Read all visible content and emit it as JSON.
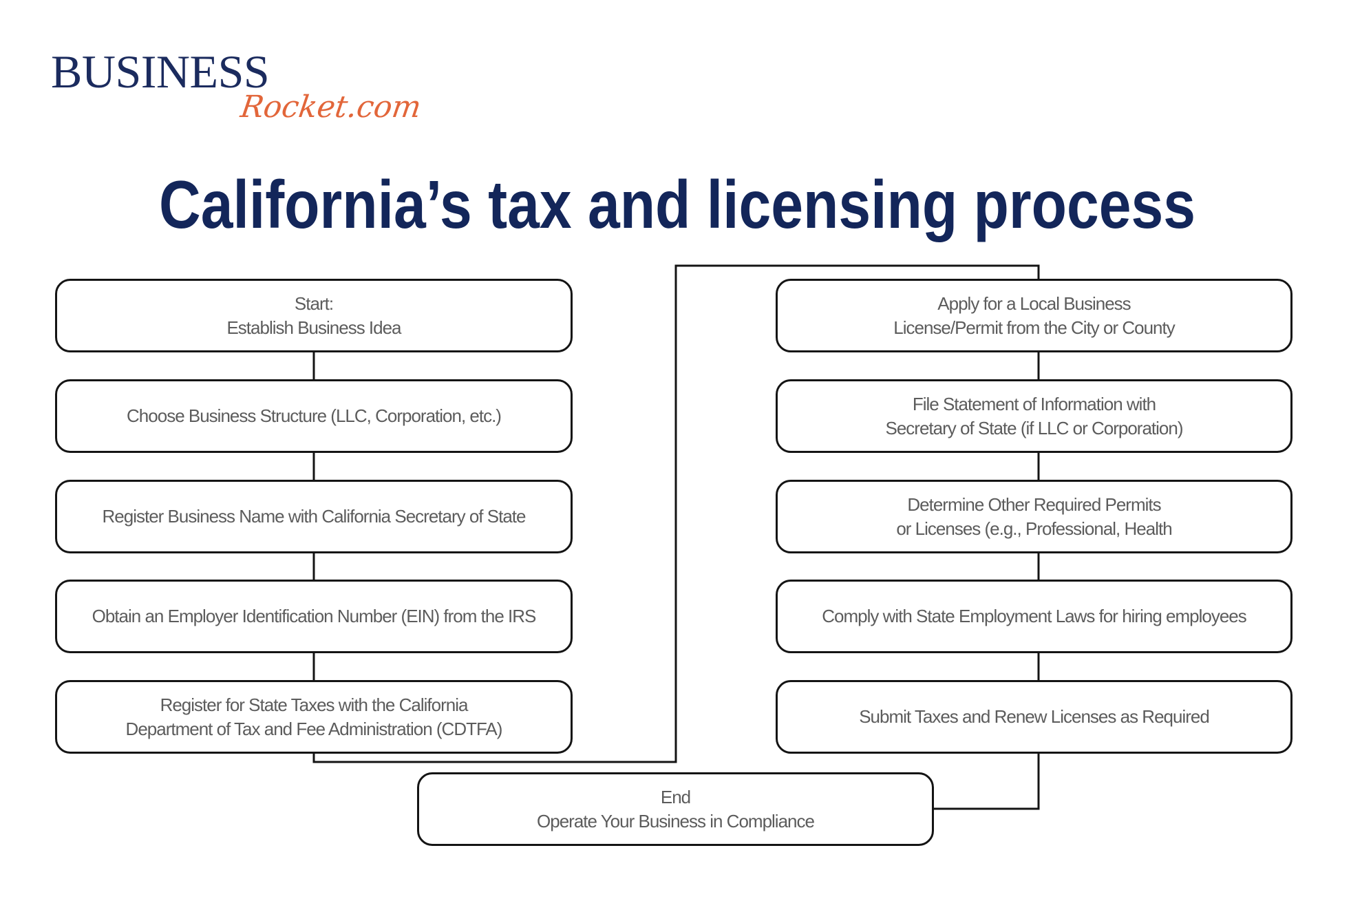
{
  "logo": {
    "line1": "BUSINESS",
    "line2": "Rocket.com",
    "colors": {
      "line1": "#1b2b5e",
      "line2": "#e2663a"
    }
  },
  "title": "California’s tax and licensing process",
  "colors": {
    "title": "#13265a",
    "box_border": "#141414",
    "box_text": "#5c5c5c",
    "connector": "#141414",
    "background": "#ffffff"
  },
  "flowchart": {
    "left_column": [
      {
        "lines": [
          "Start:",
          "Establish Business Idea"
        ]
      },
      {
        "lines": [
          "Choose Business Structure (LLC, Corporation, etc.)"
        ]
      },
      {
        "lines": [
          "Register Business Name with California Secretary of State"
        ]
      },
      {
        "lines": [
          "Obtain an Employer Identification Number (EIN) from the IRS"
        ]
      },
      {
        "lines": [
          "Register for State Taxes with the California",
          "Department of Tax and Fee Administration (CDTFA)"
        ]
      }
    ],
    "right_column": [
      {
        "lines": [
          "Apply for a Local Business",
          "License/Permit from the City or County"
        ]
      },
      {
        "lines": [
          "File Statement of Information with",
          "Secretary of State (if LLC or Corporation)"
        ]
      },
      {
        "lines": [
          "Determine Other Required Permits",
          "or Licenses (e.g., Professional, Health"
        ]
      },
      {
        "lines": [
          "Comply with State Employment Laws for hiring employees"
        ]
      },
      {
        "lines": [
          "Submit Taxes and Renew Licenses as Required"
        ]
      }
    ],
    "end": {
      "lines": [
        "End",
        "Operate Your Business in Compliance"
      ]
    }
  }
}
